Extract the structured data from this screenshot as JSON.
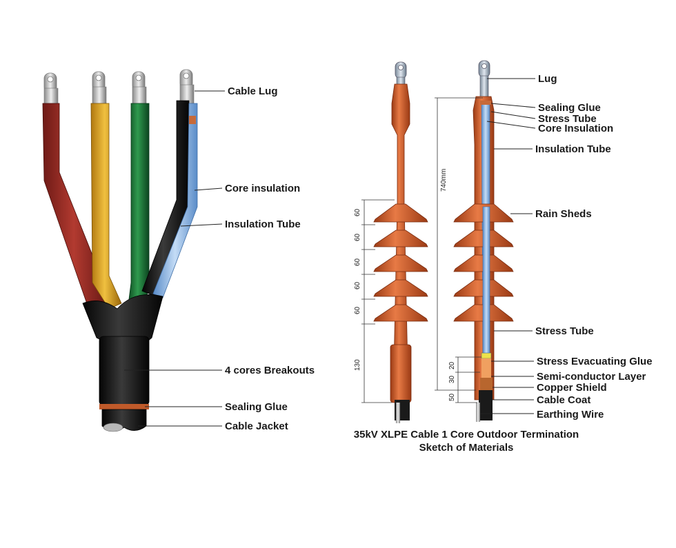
{
  "left_labels": {
    "cable_lug": "Cable Lug",
    "core_insulation": "Core insulation",
    "insulation_tube": "Insulation Tube",
    "breakouts": "4 cores Breakouts",
    "sealing_glue": "Sealing Glue",
    "cable_jacket": "Cable Jacket"
  },
  "right_labels": {
    "lug": "Lug",
    "sealing_glue": "Sealing Glue",
    "stress_tube_top": "Stress Tube",
    "core_insulation": "Core Insulation",
    "insulation_tube": "Insulation Tube",
    "rain_sheds": "Rain Sheds",
    "stress_tube": "Stress Tube",
    "stress_evacuating_glue": "Stress Evacuating Glue",
    "semiconductor_layer": "Semi-conductor Layer",
    "copper_shield": "Copper Shield",
    "cable_coat": "Cable Coat",
    "earthing_wire": "Earthing Wire"
  },
  "dimensions": {
    "shed_1": "60",
    "shed_2": "60",
    "shed_3": "60",
    "shed_4": "60",
    "shed_5": "60",
    "lower_body": "130",
    "total_length": "740mm",
    "seg_a": "20",
    "seg_b": "30",
    "seg_c": "50"
  },
  "caption": {
    "line1": "35kV XLPE Cable 1 Core Outdoor Termination",
    "line2": "Sketch of Materials"
  },
  "colors": {
    "red_core": "#9a2a24",
    "yellow_core": "#d9a11e",
    "green_core": "#1f7a3a",
    "black_core": "#1a1a1a",
    "blue_tube": "#8fb8e6",
    "terracotta": "#d4632f",
    "terracotta_dark": "#a8431c",
    "jacket": "#141414"
  }
}
